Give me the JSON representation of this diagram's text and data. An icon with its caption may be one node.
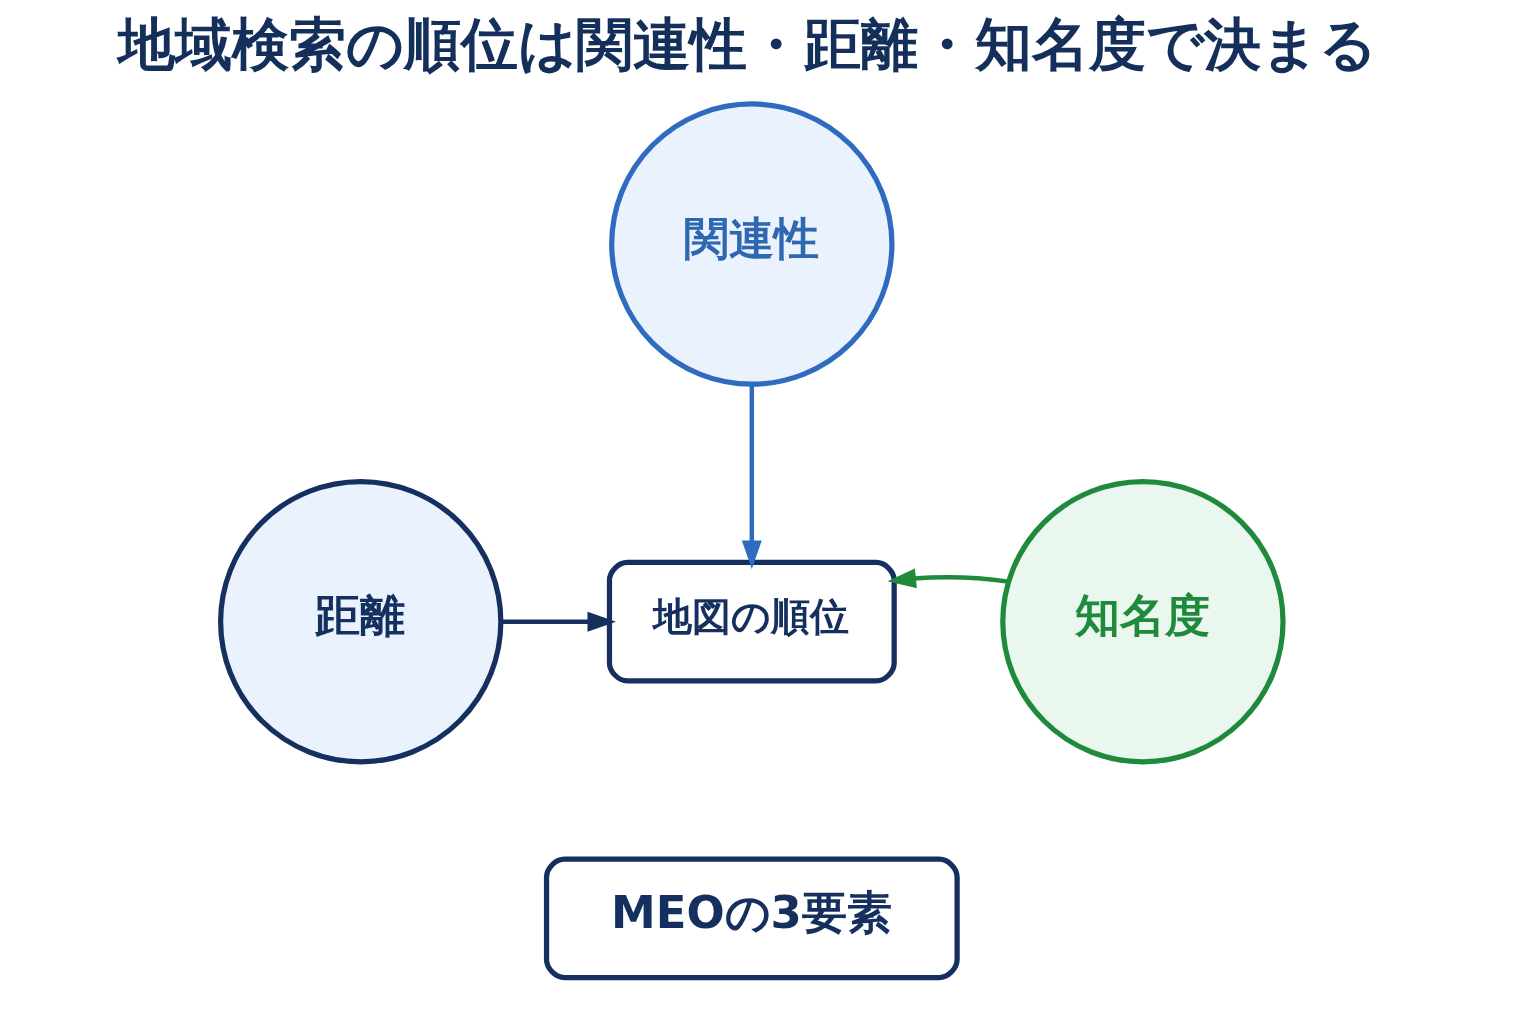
{
  "diagram": {
    "title": "地域検索の順位は関連性・距離・知名度で決まる",
    "nodes": [
      {
        "text": [
          "関連性"
        ]
      },
      {
        "text": [
          "距離"
        ]
      },
      {
        "text": [
          "地図の順位"
        ]
      },
      {
        "text": [
          "知名度"
        ]
      },
      {
        "text": [
          "MEOの3要素"
        ]
      }
    ],
    "edges": [
      {
        "from": 0,
        "to": 2,
        "arrow": "to",
        "color": "#2f6cbf"
      },
      {
        "from": 1,
        "to": 2,
        "arrow": "to",
        "color": "#15305e"
      },
      {
        "from": 3,
        "to": 2,
        "arrow": "to",
        "color": "#1f8a3c"
      }
    ]
  }
}
